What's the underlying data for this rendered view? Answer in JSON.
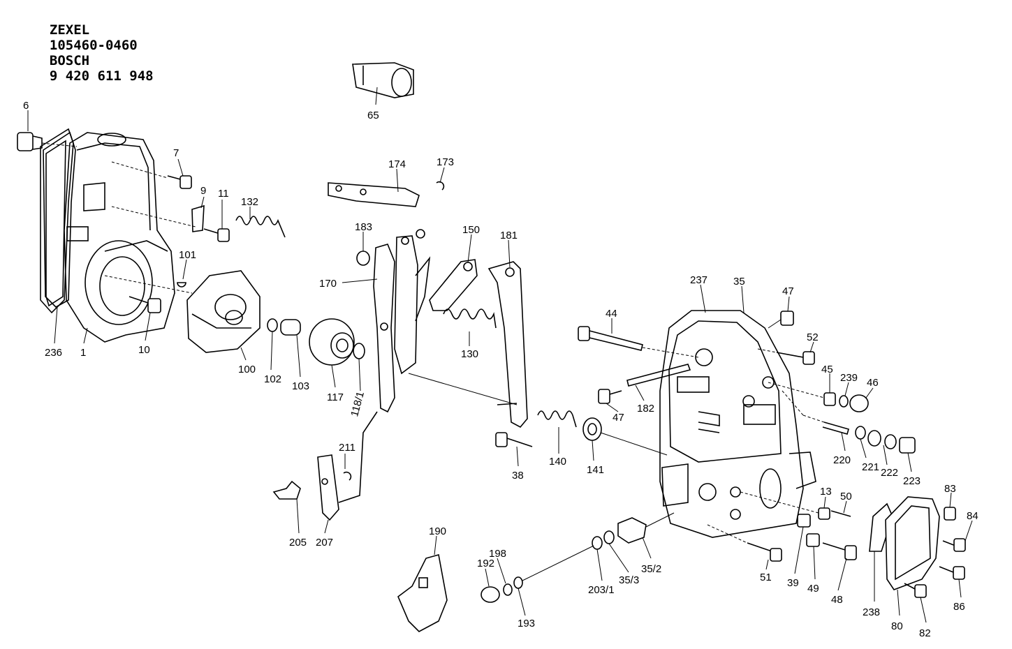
{
  "header": {
    "brand1": "ZEXEL",
    "number1": "105460-0460",
    "brand2": "BOSCH",
    "number2": "9 420 611 948"
  },
  "labels": {
    "p6": "6",
    "p7": "7",
    "p9": "9",
    "p11": "11",
    "p132": "132",
    "p101": "101",
    "p236": "236",
    "p1": "1",
    "p10": "10",
    "p100": "100",
    "p102": "102",
    "p103": "103",
    "p117": "117",
    "p118_1": "118/1",
    "p65": "65",
    "p174": "174",
    "p173": "173",
    "p183": "183",
    "p170": "170",
    "p150": "150",
    "p181": "181",
    "p130": "130",
    "p211": "211",
    "p205": "205",
    "p207": "207",
    "p190": "190",
    "p192": "192",
    "p198": "198",
    "p193": "193",
    "p44": "44",
    "p47a": "47",
    "p182": "182",
    "p38": "38",
    "p140": "140",
    "p141": "141",
    "p237": "237",
    "p35": "35",
    "p47b": "47",
    "p52": "52",
    "p45": "45",
    "p239": "239",
    "p46": "46",
    "p220": "220",
    "p221": "221",
    "p222": "222",
    "p223": "223",
    "p13": "13",
    "p50": "50",
    "p83": "83",
    "p84": "84",
    "p203_1": "203/1",
    "p35_3": "35/3",
    "p35_2": "35/2",
    "p51": "51",
    "p39": "39",
    "p49": "49",
    "p48": "48",
    "p238": "238",
    "p80": "80",
    "p82": "82",
    "p86": "86"
  }
}
